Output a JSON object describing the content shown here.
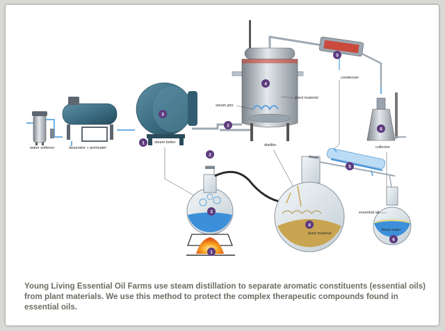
{
  "labels": {
    "water_softener": "water softener",
    "deaerator_preheater": "deaerator + preheater",
    "steam_boiler": "steam boiler",
    "steam_jets": "steam jets",
    "plant_material_top": "plant material",
    "condenser": "condenser",
    "distiller": "distiller",
    "collector": "collector",
    "plant_material_bottom": "plant material",
    "essential_oil": "essential oil",
    "floral_water": "floral water"
  },
  "badges": {
    "b1_top": "1",
    "b2_top": "2",
    "b3_top": "3",
    "b4_top": "4",
    "b5_top": "5",
    "b6_top": "6",
    "b1_bottom": "1",
    "b2_bottom": "2",
    "b3_bottom": "3",
    "b4_bottom": "4",
    "b5_bottom": "5",
    "b6_bottom": "6"
  },
  "caption": "Young Living Essential Oil Farms use steam distillation to separate aromatic constituents (essential oils) from plant materials. We use this method to protect the complex therapeutic compounds found in essential oils.",
  "colors": {
    "badge": "#5d3a7e",
    "metal": "#9fa9b3",
    "boiler_teal": "#3e6f84",
    "pipe_blue": "#6db0e6",
    "water_blue": "#3c8fd8",
    "plant_gold": "#c9a552",
    "flame": "#f39a1f",
    "caption_text": "#6a6e63"
  }
}
